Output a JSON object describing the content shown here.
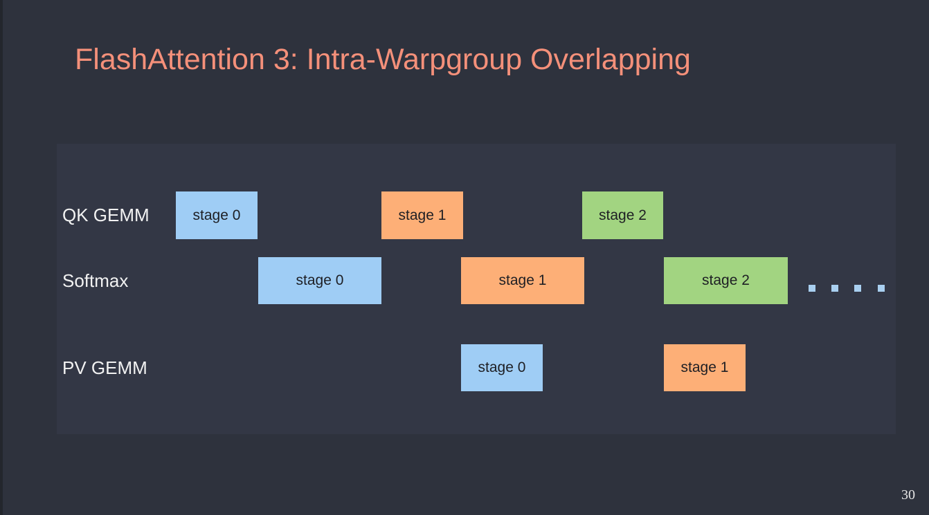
{
  "slide": {
    "title": "FlashAttention 3: Intra-Warpgroup Overlapping",
    "title_color": "#f4907a",
    "page_number": "30"
  },
  "diagram": {
    "rows": [
      {
        "label": "QK GEMM",
        "stages": [
          {
            "text": "stage 0",
            "color": "#9fcdf5"
          },
          {
            "text": "stage 1",
            "color": "#fdaf77"
          },
          {
            "text": "stage 2",
            "color": "#a2d481"
          }
        ]
      },
      {
        "label": "Softmax",
        "stages": [
          {
            "text": "stage 0",
            "color": "#9fcdf5"
          },
          {
            "text": "stage 1",
            "color": "#fdaf77"
          },
          {
            "text": "stage 2",
            "color": "#a2d481"
          }
        ]
      },
      {
        "label": "PV GEMM",
        "stages": [
          {
            "text": "stage 0",
            "color": "#9fcdf5"
          },
          {
            "text": "stage 1",
            "color": "#fdaf77"
          }
        ]
      }
    ],
    "continuation_dot_color": "#a9cff0"
  }
}
